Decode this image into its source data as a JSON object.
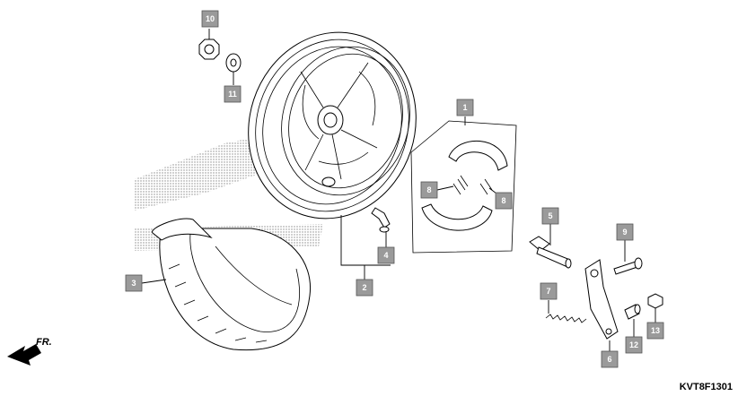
{
  "diagram": {
    "catalog_code": "KVT8F1301",
    "direction_label": "FR.",
    "callouts": [
      {
        "id": "c1",
        "label": "1"
      },
      {
        "id": "c2",
        "label": "2"
      },
      {
        "id": "c3",
        "label": "3"
      },
      {
        "id": "c4",
        "label": "4"
      },
      {
        "id": "c5",
        "label": "5"
      },
      {
        "id": "c6",
        "label": "6"
      },
      {
        "id": "c7",
        "label": "7"
      },
      {
        "id": "c8a",
        "label": "8"
      },
      {
        "id": "c8b",
        "label": "8"
      },
      {
        "id": "c9",
        "label": "9"
      },
      {
        "id": "c10",
        "label": "10"
      },
      {
        "id": "c11",
        "label": "11"
      },
      {
        "id": "c12",
        "label": "12"
      },
      {
        "id": "c13",
        "label": "13"
      }
    ]
  }
}
